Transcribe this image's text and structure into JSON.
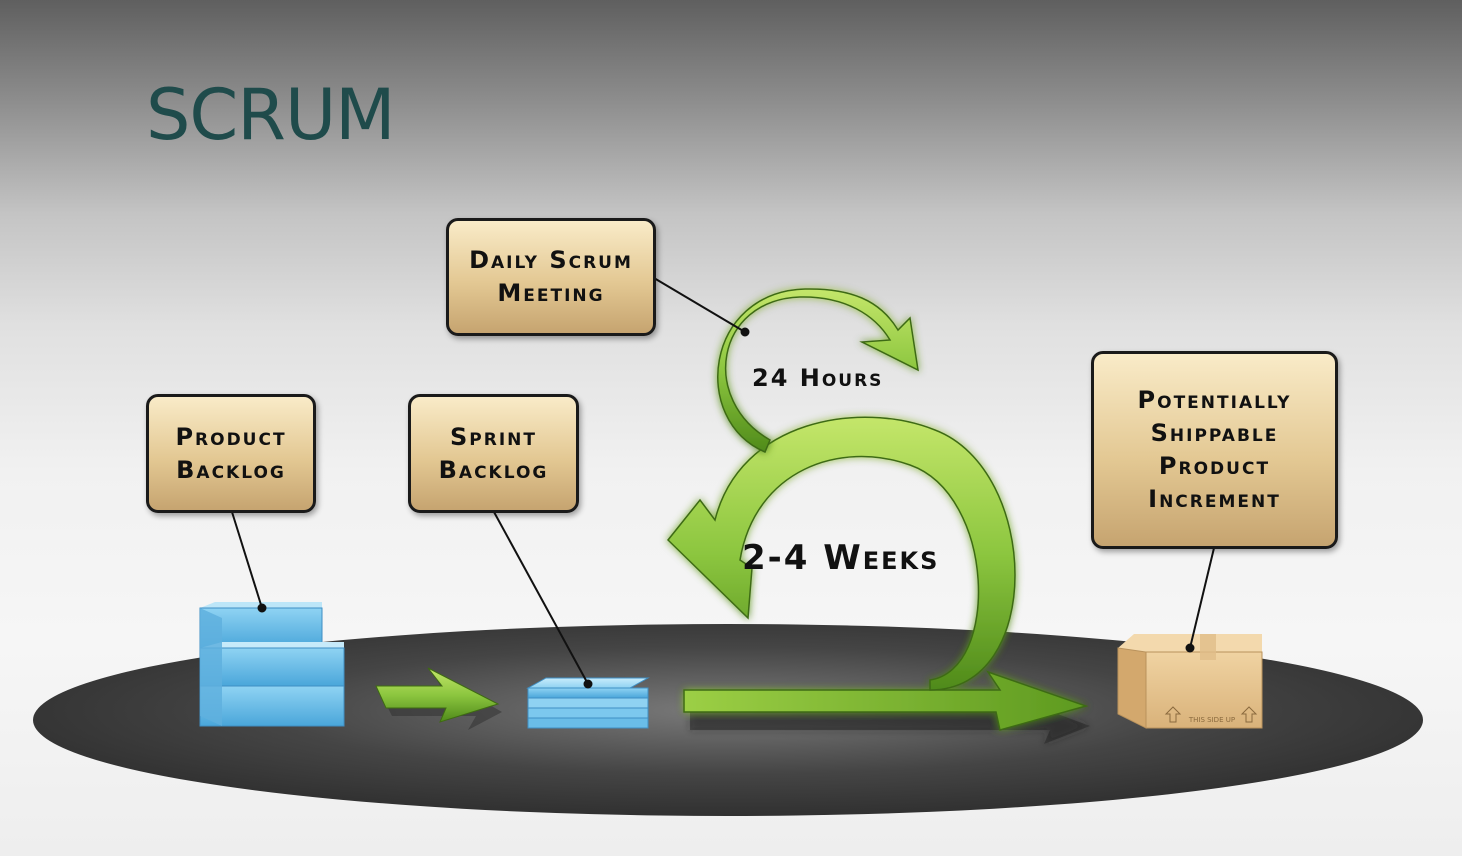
{
  "title": "SCRUM",
  "boxes": {
    "daily_scrum": "Daily Scrum\nMeeting",
    "product_backlog": "Product\nBacklog",
    "sprint_backlog": "Sprint\nBacklog",
    "increment": "Potentially\nShippable\nProduct\nIncrement"
  },
  "cycles": {
    "daily": "24 Hours",
    "sprint": "2-4 Weeks"
  },
  "package_text": "THIS SIDE UP",
  "colors": {
    "title": "#1f4b4b",
    "arrow_green": "#8cc63f",
    "arrow_green_dark": "#4f8a1a",
    "box_fill": "#e3c893",
    "backlog_blue": "#7ec8ef",
    "platform": "#3a3a3a",
    "package": "#e8c48e"
  },
  "icons": [
    "product-backlog-stack-icon",
    "sprint-backlog-stack-icon",
    "package-box-icon"
  ]
}
